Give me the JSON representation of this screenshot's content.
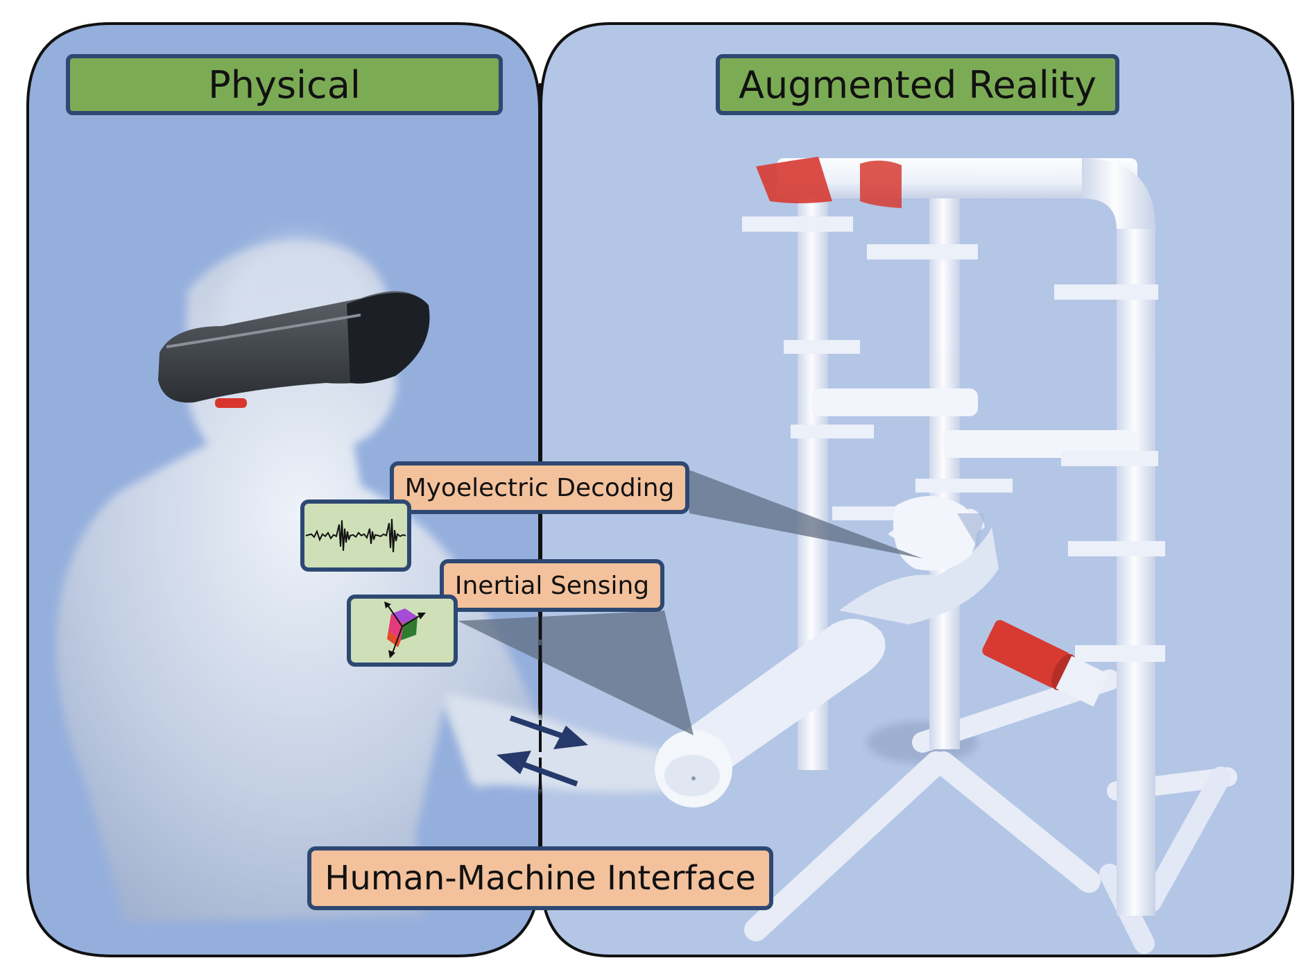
{
  "panels": {
    "physical": {
      "title": "Physical",
      "fill": "#95afdd"
    },
    "augmented": {
      "title": "Augmented Reality",
      "fill": "#b4c6e6"
    }
  },
  "callouts": {
    "myoelectric": "Myoelectric Decoding",
    "inertial": "Inertial Sensing",
    "hmi": "Human-Machine Interface"
  },
  "icons": {
    "emg": "emg-signal-icon",
    "imu": "imu-cube-icon"
  },
  "colors": {
    "title_fill": "#7cab55",
    "tag_fill": "#f3c19c",
    "border": "#2d4872",
    "accent_red": "#d8362c"
  }
}
